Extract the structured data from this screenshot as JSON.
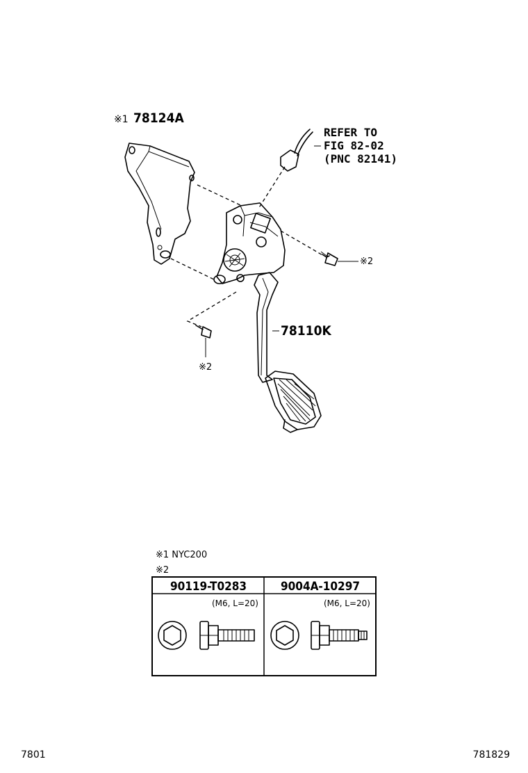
{
  "callouts": {
    "bracket_mark": "※1",
    "bracket_part": "78124A",
    "pedal_part": "78110K",
    "refer_line1": "REFER TO",
    "refer_line2": "FIG 82-02",
    "refer_line3": "(PNC 82141)",
    "bolt_mark_right": "※2",
    "bolt_mark_left": "※2"
  },
  "notes": {
    "note1": "※1 NYC200",
    "note2": "※2"
  },
  "bolt_table": {
    "columns": [
      {
        "part_no": "90119-T0283",
        "spec": "(M6, L=20)"
      },
      {
        "part_no": "9004A-10297",
        "spec": "(M6, L=20)"
      }
    ]
  },
  "footer": {
    "left_code": "7801",
    "right_code": "781829"
  }
}
